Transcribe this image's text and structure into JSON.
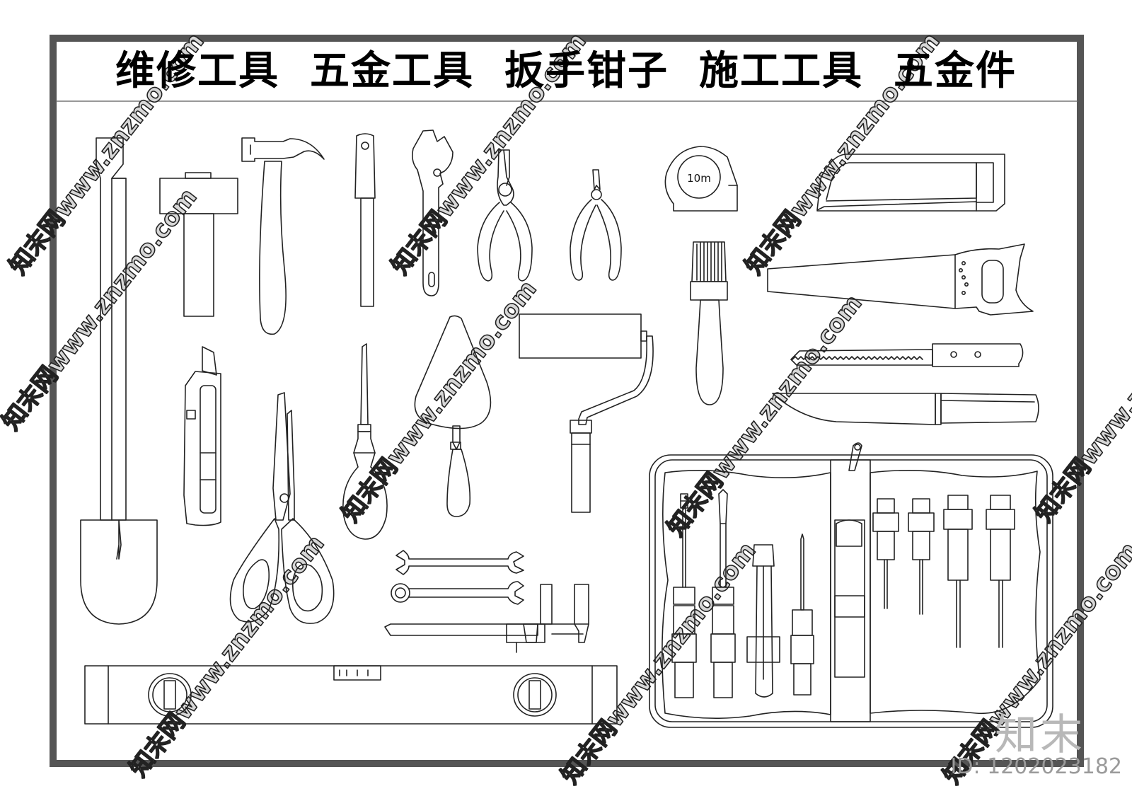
{
  "title": "维修工具  五金工具  扳手钳子  施工工具  五金件",
  "tape_label": "10m",
  "watermark": "知末网www.znzmo.com",
  "brand_mark": "知末",
  "id_label": "ID: 1202023182"
}
